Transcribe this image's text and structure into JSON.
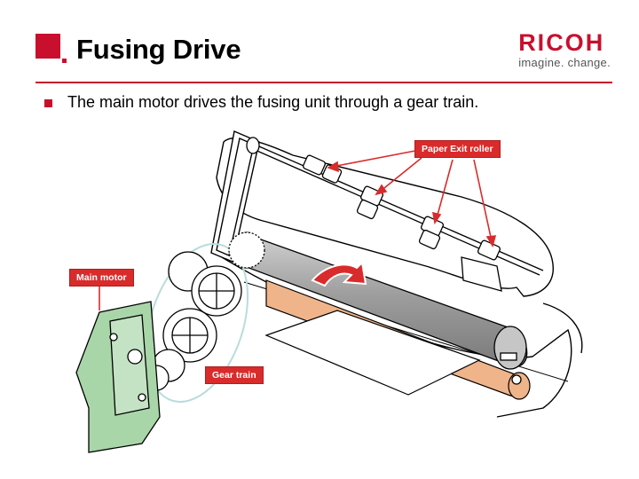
{
  "slide": {
    "title": "Fusing Drive",
    "bullet": "The main motor drives the fusing unit through a gear train."
  },
  "logo": {
    "word": "RICOH",
    "tagline": "imagine. change."
  },
  "callouts": {
    "paper_exit_roller": "Paper Exit roller",
    "main_motor": "Main motor",
    "gear_train": "Gear train"
  },
  "colors": {
    "accent": "#c8102e",
    "callout_fill": "#d92b2b",
    "motor_plate": "#a9d6a9",
    "heat_roller": "#b5b5b5",
    "pressure_roller": "#f0b48a"
  }
}
